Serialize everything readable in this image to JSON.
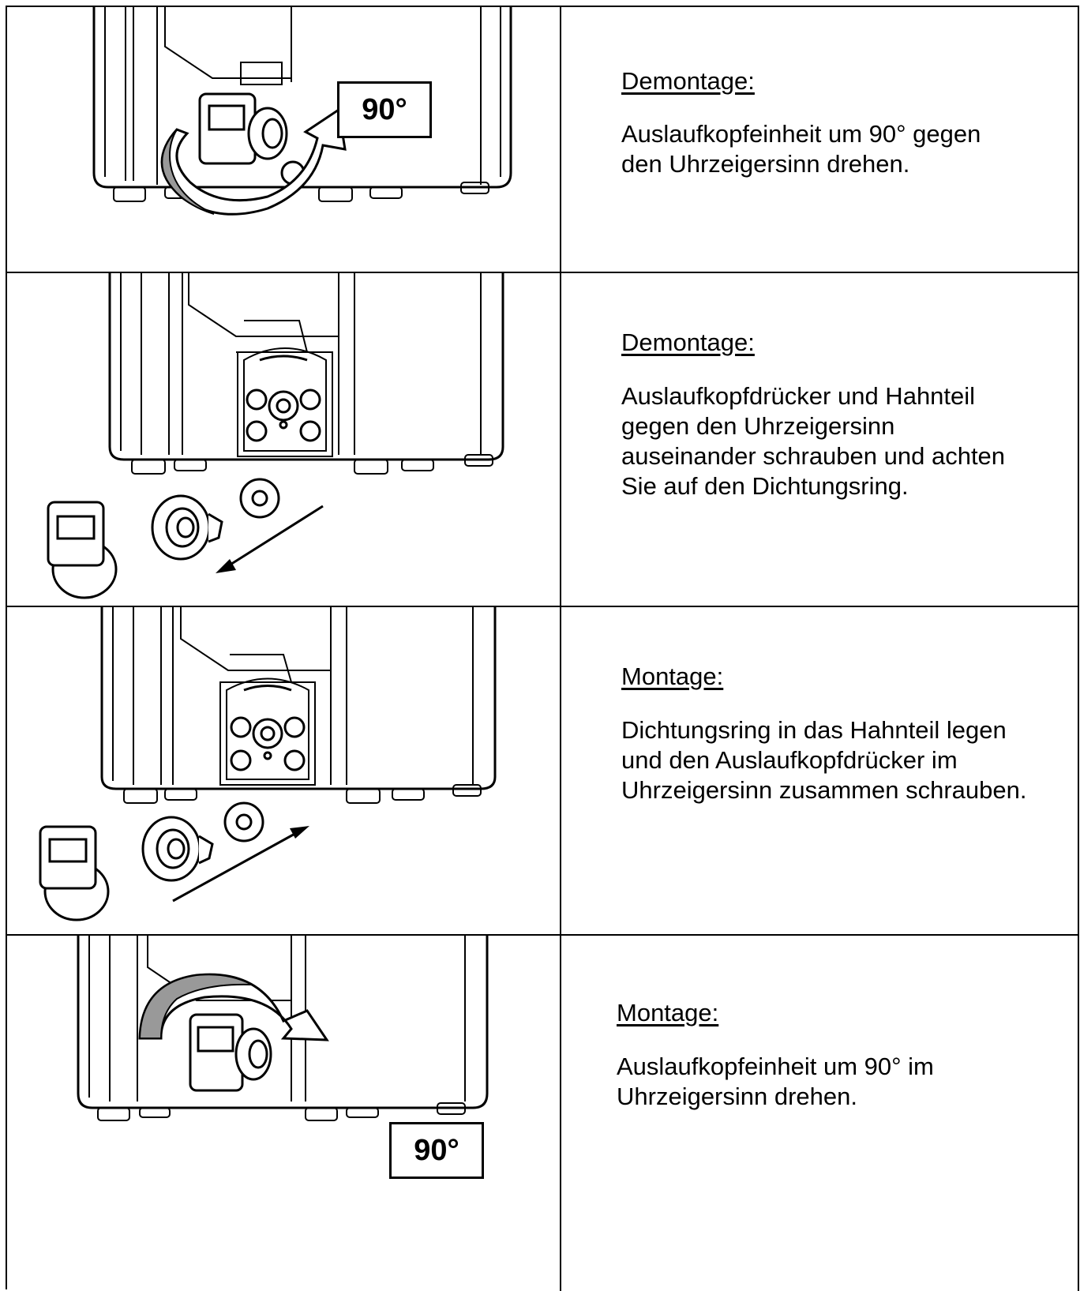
{
  "steps": [
    {
      "heading": "Demontage:",
      "text": "Auslaufkopfeinheit um 90° gegen\nden Uhrzeigersinn drehen.",
      "badge": "90°",
      "illustration": "dispenser-rotate-counterclockwise"
    },
    {
      "heading": "Demontage:",
      "text": "Auslaufkopfdrücker und Hahnteil\ngegen den Uhrzeigersinn\nauseinander schrauben und achten\nSie auf den Dichtungsring.",
      "illustration": "dispenser-disassembled-parts"
    },
    {
      "heading": "Montage:",
      "text": "Dichtungsring in das Hahnteil legen\nund den Auslaufkopfdrücker im\nUhrzeigersinn zusammen schrauben.",
      "illustration": "dispenser-assemble-parts"
    },
    {
      "heading": "Montage:",
      "text": "Auslaufkopfeinheit um 90° im\nUhrzeigersinn drehen.",
      "badge": "90°",
      "illustration": "dispenser-rotate-clockwise"
    }
  ]
}
